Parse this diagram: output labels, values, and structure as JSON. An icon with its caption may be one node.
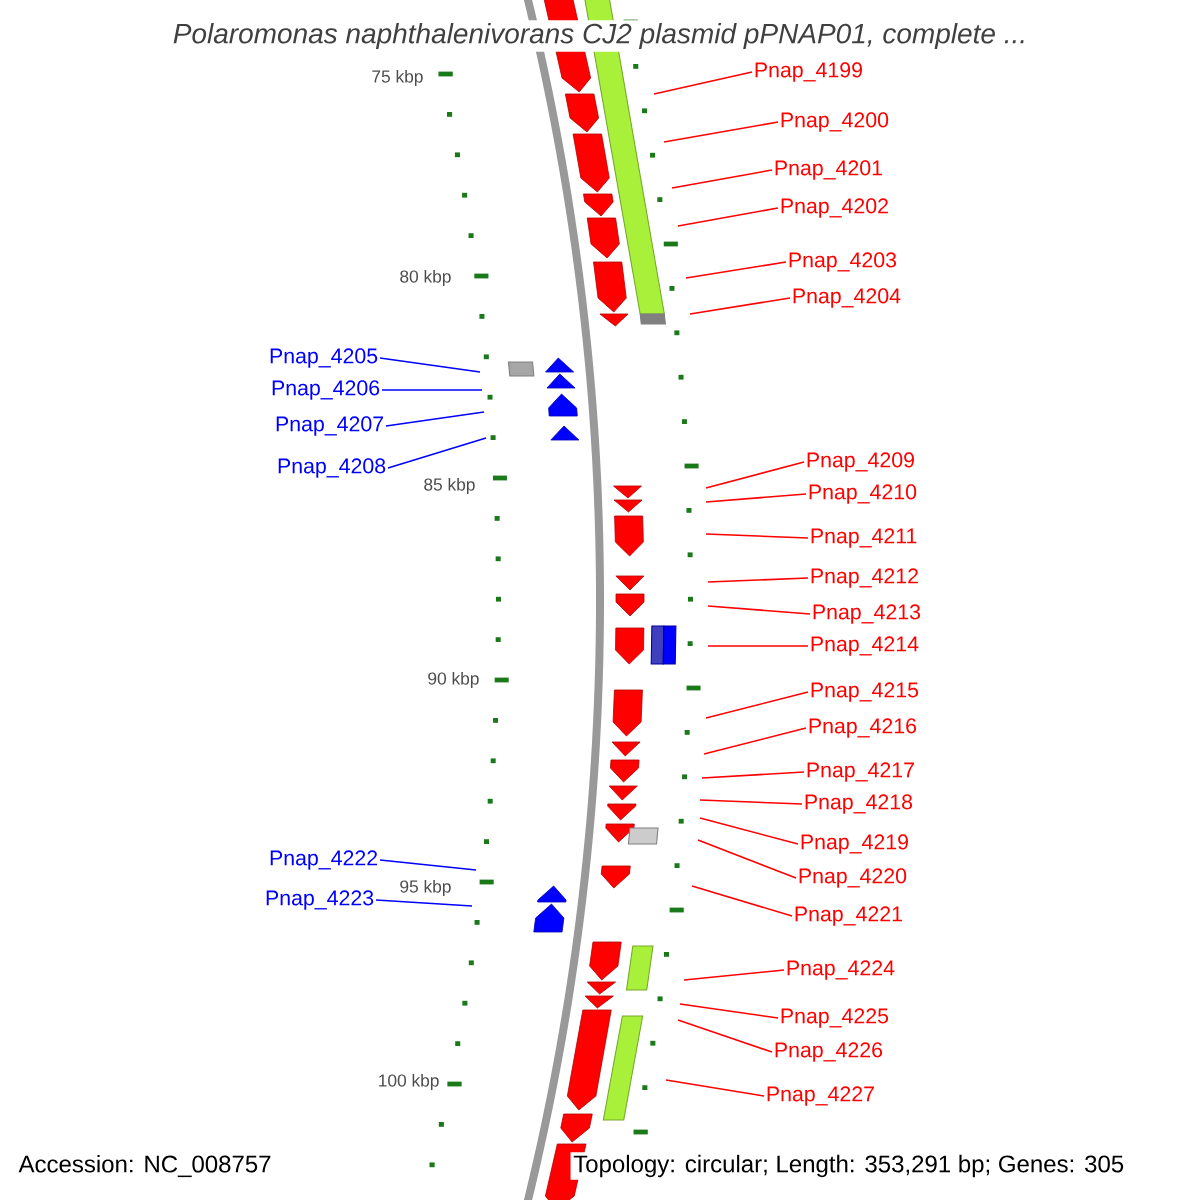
{
  "diagram": {
    "title": "Polaromonas naphthalenivorans CJ2 plasmid pPNAP01, complete ...",
    "nodes": [
      {
        "text": [
          "Pnap_4199"
        ]
      },
      {
        "text": [
          "Pnap_4200"
        ]
      },
      {
        "text": [
          "Pnap_4201"
        ]
      },
      {
        "text": [
          "Pnap_4202"
        ]
      },
      {
        "text": [
          "Pnap_4203"
        ]
      },
      {
        "text": [
          "Pnap_4204"
        ]
      },
      {
        "text": [
          "Pnap_4205"
        ]
      },
      {
        "text": [
          "Pnap_4206"
        ]
      },
      {
        "text": [
          "Pnap_4207"
        ]
      },
      {
        "text": [
          "Pnap_4208"
        ]
      },
      {
        "text": [
          "Pnap_4209"
        ]
      },
      {
        "text": [
          "Pnap_4210"
        ]
      },
      {
        "text": [
          "Pnap_4211"
        ]
      },
      {
        "text": [
          "Pnap_4212"
        ]
      },
      {
        "text": [
          "Pnap_4213"
        ]
      },
      {
        "text": [
          "Pnap_4214"
        ]
      },
      {
        "text": [
          "Pnap_4215"
        ]
      },
      {
        "text": [
          "Pnap_4216"
        ]
      },
      {
        "text": [
          "Pnap_4217"
        ]
      },
      {
        "text": [
          "Pnap_4218"
        ]
      },
      {
        "text": [
          "Pnap_4219"
        ]
      },
      {
        "text": [
          "Pnap_4220"
        ]
      },
      {
        "text": [
          "Pnap_4221"
        ]
      },
      {
        "text": [
          "Pnap_4222"
        ]
      },
      {
        "text": [
          "Pnap_4223"
        ]
      },
      {
        "text": [
          "Pnap_4224"
        ]
      },
      {
        "text": [
          "Pnap_4225"
        ]
      },
      {
        "text": [
          "Pnap_4226"
        ]
      },
      {
        "text": [
          "Pnap_4227"
        ]
      }
    ],
    "edges": [
      {
        "from": 0,
        "to": null,
        "arrow": "none"
      },
      {
        "from": 1,
        "to": null,
        "arrow": "none"
      },
      {
        "from": 2,
        "to": null,
        "arrow": "none"
      },
      {
        "from": 3,
        "to": null,
        "arrow": "none"
      },
      {
        "from": 4,
        "to": null,
        "arrow": "none"
      },
      {
        "from": 5,
        "to": null,
        "arrow": "none"
      },
      {
        "from": 6,
        "to": null,
        "arrow": "none",
        "color": "#0000ff"
      },
      {
        "from": 7,
        "to": null,
        "arrow": "none",
        "color": "#0000ff"
      },
      {
        "from": 8,
        "to": null,
        "arrow": "none",
        "color": "#0000ff"
      },
      {
        "from": 9,
        "to": null,
        "arrow": "none",
        "color": "#0000ff"
      },
      {
        "from": 10,
        "to": null,
        "arrow": "none"
      },
      {
        "from": 11,
        "to": null,
        "arrow": "none"
      },
      {
        "from": 12,
        "to": null,
        "arrow": "none"
      },
      {
        "from": 13,
        "to": null,
        "arrow": "none"
      },
      {
        "from": 14,
        "to": null,
        "arrow": "none"
      },
      {
        "from": 15,
        "to": null,
        "arrow": "none"
      },
      {
        "from": 16,
        "to": null,
        "arrow": "none"
      },
      {
        "from": 17,
        "to": null,
        "arrow": "none"
      },
      {
        "from": 18,
        "to": null,
        "arrow": "none"
      },
      {
        "from": 19,
        "to": null,
        "arrow": "none"
      },
      {
        "from": 20,
        "to": null,
        "arrow": "none"
      },
      {
        "from": 21,
        "to": null,
        "arrow": "none"
      },
      {
        "from": 22,
        "to": null,
        "arrow": "none"
      },
      {
        "from": 23,
        "to": null,
        "arrow": "none",
        "color": "#0000ff"
      },
      {
        "from": 24,
        "to": null,
        "arrow": "none",
        "color": "#0000ff"
      },
      {
        "from": 25,
        "to": null,
        "arrow": "none"
      },
      {
        "from": 26,
        "to": null,
        "arrow": "none"
      },
      {
        "from": 27,
        "to": null,
        "arrow": "none"
      },
      {
        "from": 28,
        "to": null,
        "arrow": "none"
      }
    ],
    "labels": [
      "75 kbp",
      "80 kbp",
      "85 kbp",
      "90 kbp",
      "95 kbp",
      "100 kbp",
      "Accession: NC_008757",
      "Topology: circular; Length: 353,291 bp; Genes: 305"
    ]
  }
}
